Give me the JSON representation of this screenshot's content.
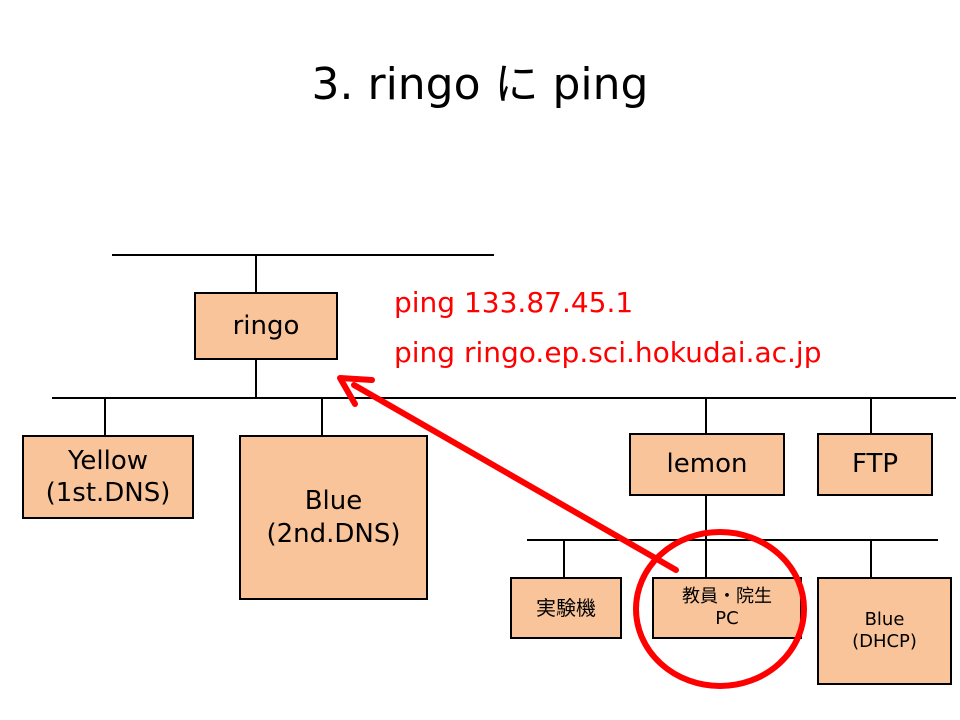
{
  "title": "3. ringo に ping",
  "commands": [
    "ping 133.87.45.1",
    "ping ringo.ep.sci.hokudai.ac.jp"
  ],
  "nodes": {
    "ringo": {
      "label": "ringo"
    },
    "yellow": {
      "line1": "Yellow",
      "line2": "(1st.DNS)"
    },
    "blue_dns": {
      "line1": "Blue",
      "line2": "(2nd.DNS)"
    },
    "lemon": {
      "label": "lemon"
    },
    "ftp": {
      "label": "FTP"
    },
    "jikkenki": {
      "label": "実験機"
    },
    "staff_pc": {
      "line1": "教員・院生",
      "line2": "PC"
    },
    "blue_dhcp": {
      "line1": "Blue",
      "line2": "(DHCP)"
    }
  },
  "colors": {
    "node_fill": "#f9c499",
    "highlight": "#ff0000"
  }
}
